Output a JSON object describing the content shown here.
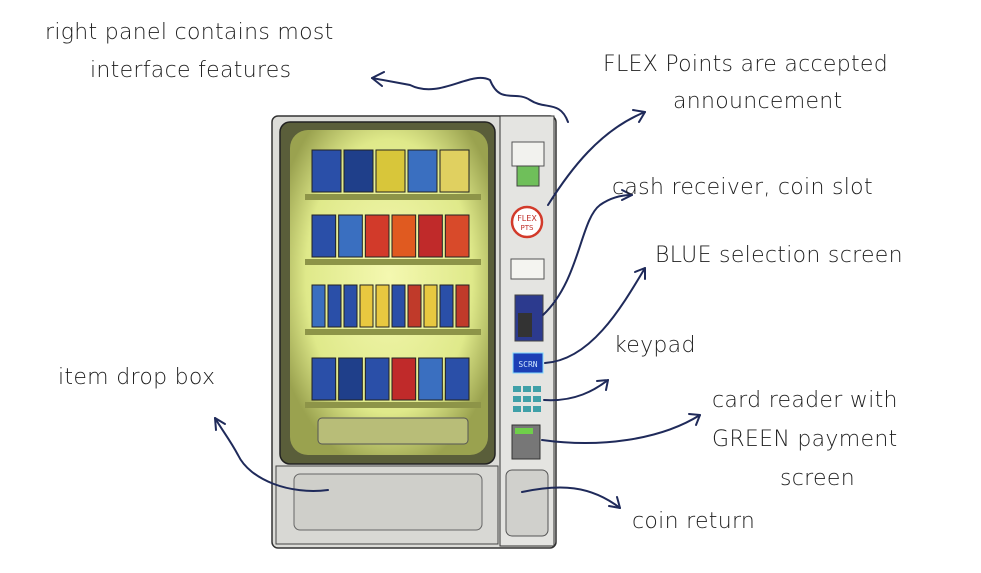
{
  "labels": {
    "right_panel_line1": "right panel contains most",
    "right_panel_line2": "interface features",
    "flex_line1": "FLEX Points are accepted",
    "flex_line2": "announcement",
    "cash": "cash receiver, coin slot",
    "blue_screen": "BLUE selection screen",
    "keypad": "keypad",
    "card_line1": "card reader with",
    "card_line2": "GREEN payment",
    "card_line3": "screen",
    "coin_return": "coin return",
    "drop_box": "item drop box"
  },
  "machine": {
    "flex_badge_line1": "FLEX",
    "flex_badge_line2": "PTS",
    "screen_text": "SCRN"
  },
  "colors": {
    "arrow": "#1f2a5a",
    "glow": "#e6f08a",
    "blue_screen": "#1c3fb5",
    "green_screen": "#6fcf4a",
    "flex_red": "#d23a2a"
  }
}
